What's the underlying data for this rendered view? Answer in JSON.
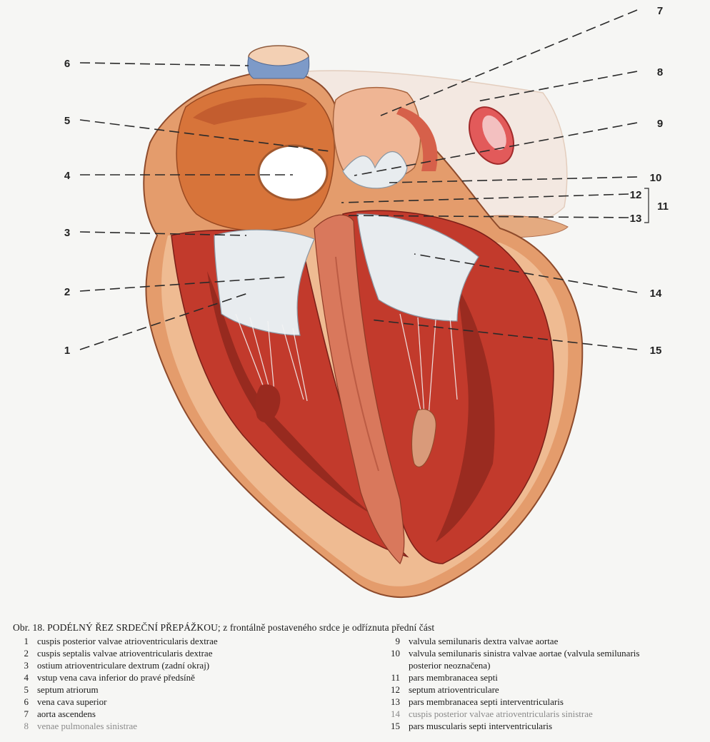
{
  "labels": [
    "1",
    "2",
    "3",
    "4",
    "5",
    "6",
    "7",
    "8",
    "9",
    "10",
    "11",
    "12",
    "13",
    "14",
    "15"
  ],
  "caption": {
    "title": "Obr. 18. PODÉLNÝ ŘEZ SRDEČNÍ PŘEPÁŽKOU; z frontálně postaveného srdce je odříznuta přední část",
    "items": [
      {
        "n": "1",
        "text": "cuspis posterior valvae atrioventricularis dextrae"
      },
      {
        "n": "2",
        "text": "cuspis septalis valvae atrioventricularis dextrae"
      },
      {
        "n": "3",
        "text": "ostium atrioventriculare dextrum (zadní okraj)"
      },
      {
        "n": "4",
        "text": "vstup vena cava inferior do pravé předsíně"
      },
      {
        "n": "5",
        "text": "septum atriorum"
      },
      {
        "n": "6",
        "text": "vena cava superior"
      },
      {
        "n": "7",
        "text": "aorta ascendens"
      },
      {
        "n": "8",
        "text": "venae pulmonales sinistrae"
      },
      {
        "n": "9",
        "text": "valvula semilunaris dextra valvae aortae"
      },
      {
        "n": "10",
        "text": "valvula semilunaris sinistra valvae aortae (valvula semilunaris"
      },
      {
        "n": "",
        "text": "posterior neoznačena)"
      },
      {
        "n": "11",
        "text": "pars membranacea septi"
      },
      {
        "n": "12",
        "text": "septum atrioventriculare"
      },
      {
        "n": "13",
        "text": "pars membranacea septi interventricularis"
      },
      {
        "n": "14",
        "text": "cuspis posterior valvae atrioventricularis sinistrae"
      },
      {
        "n": "15",
        "text": "pars muscularis septi interventricularis"
      }
    ]
  },
  "colors": {
    "muscle": "#c23a2c",
    "muscle_dark": "#7a1f18",
    "tissue": "#e8a070",
    "tissue_light": "#f0c09a",
    "valve": "#e8ecef",
    "vein_blue": "#7d9ac8",
    "background": "#f6f6f4"
  }
}
